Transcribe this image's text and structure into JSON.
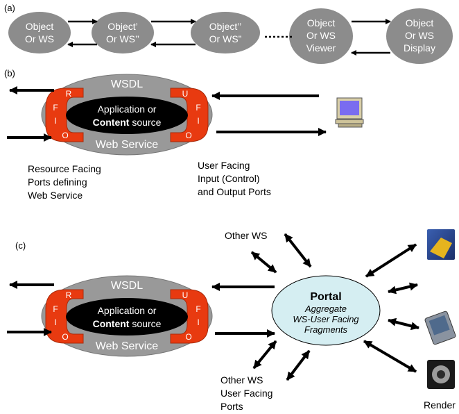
{
  "panel_a": {
    "label": "(a)",
    "nodes": [
      {
        "line1": "Object",
        "line2": "Or WS"
      },
      {
        "line1": "Object’",
        "line2": "Or WS’’"
      },
      {
        "line1": "Object’’",
        "line2": "Or WS”"
      },
      {
        "line1": "Object",
        "line2": "Or WS",
        "line3": "Viewer"
      },
      {
        "line1": "Object",
        "line2": "Or WS",
        "line3": "Display"
      }
    ]
  },
  "panel_b": {
    "label": "(b)",
    "service": {
      "wsdl": "WSDL",
      "app_line1": "Application or",
      "app_bold": "Content",
      "app_rest": " source",
      "web_service": "Web Service",
      "left_ports": [
        "R",
        "F",
        "I",
        "O"
      ],
      "right_ports": [
        "U",
        "F",
        "I",
        "O"
      ]
    },
    "caption_left": [
      "Resource Facing",
      "Ports defining",
      "Web Service"
    ],
    "caption_right": [
      "User Facing",
      "Input (Control)",
      "and Output Ports"
    ],
    "icon": "computer-icon"
  },
  "panel_c": {
    "label": "(c)",
    "service": {
      "wsdl": "WSDL",
      "app_line1": "Application or",
      "app_bold": "Content",
      "app_rest": " source",
      "web_service": "Web Service",
      "left_ports": [
        "R",
        "F",
        "I",
        "O"
      ],
      "right_ports": [
        "U",
        "F",
        "I",
        "O"
      ]
    },
    "portal": {
      "title": "Portal",
      "line1": "Aggregate",
      "line2": "WS-User Facing",
      "line3": "Fragments"
    },
    "other_ws_top": "Other WS",
    "other_ws_bottom": [
      "Other WS",
      "User Facing",
      "Ports"
    ],
    "render_label": "Render",
    "icons": [
      "pda-icon",
      "tablet-icon",
      "camera-icon"
    ]
  },
  "colors": {
    "node_gray": "#8c8c8c",
    "service_gray": "#999999",
    "port_red": "#e83a10",
    "portal_fill": "#d5eef2"
  }
}
